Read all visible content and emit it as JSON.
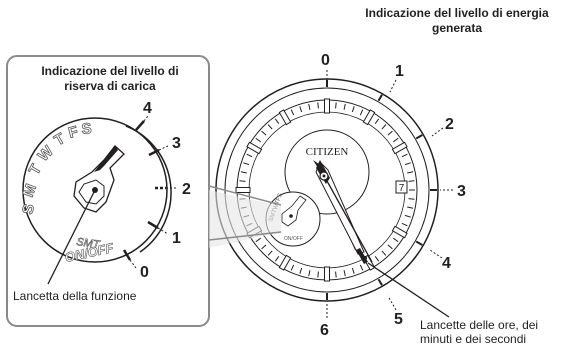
{
  "left_panel": {
    "title_line1": "Indicazione del livello di",
    "title_line2": "riserva di carica",
    "scale": [
      "4",
      "3",
      "2",
      "1",
      "0"
    ],
    "day_letters": [
      "S",
      "M",
      "T",
      "W",
      "T",
      "F",
      "S"
    ],
    "mode_labels": [
      "SMT",
      "ON/OFF"
    ],
    "hand_caption": "Lancetta della funzione"
  },
  "right_panel": {
    "title_line1": "Indicazione del livello di energia",
    "title_line2": "generata",
    "scale": [
      "0",
      "1",
      "2",
      "3",
      "4",
      "5",
      "6"
    ],
    "brand": "CITIZEN",
    "date_window": "7",
    "hands_caption_line1": "Lancette delle ore, dei",
    "hands_caption_line2": "minuti e dei secondi"
  }
}
